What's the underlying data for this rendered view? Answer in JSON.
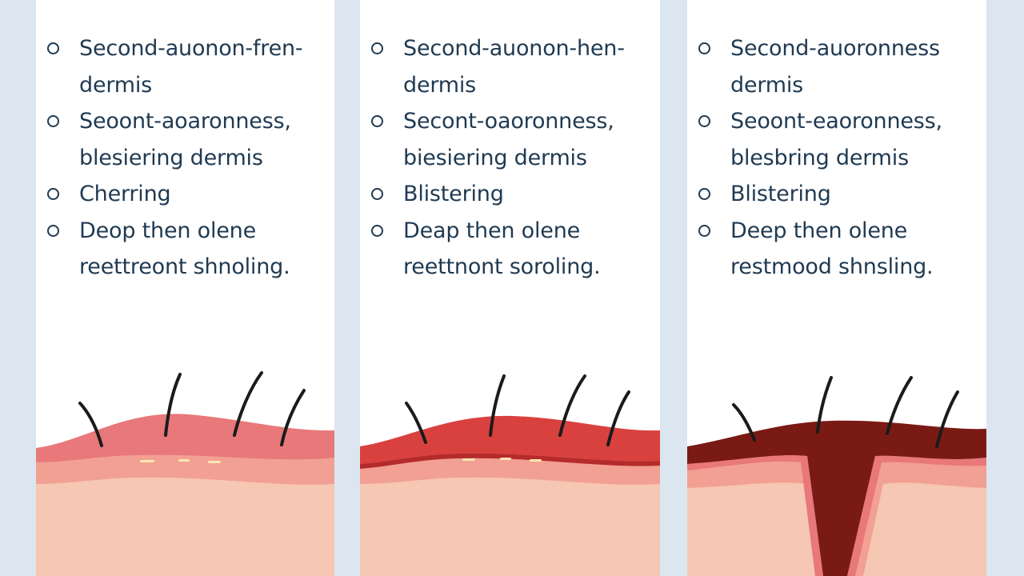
{
  "panels": [
    {
      "items": [
        {
          "lines": [
            "Second-auonon-fren-",
            "dermis"
          ]
        },
        {
          "lines": [
            "Seoont-aoaronness,",
            "blesiering dermis"
          ]
        },
        {
          "lines": [
            "Cherring"
          ]
        },
        {
          "lines": [
            "Deop then olene",
            "reettreont shnoling."
          ]
        }
      ]
    },
    {
      "items": [
        {
          "lines": [
            "Second-auonon-hen-",
            "dermis"
          ]
        },
        {
          "lines": [
            "Secont-oaoronness,",
            "biesiering dermis"
          ]
        },
        {
          "lines": [
            "Blistering"
          ]
        },
        {
          "lines": [
            "Deap then olene",
            "reettnont soroling."
          ]
        }
      ]
    },
    {
      "items": [
        {
          "lines": [
            "Second-auoronness",
            "dermis"
          ]
        },
        {
          "lines": [
            "Seoont-eaoronness,",
            "blesbring dermis"
          ]
        },
        {
          "lines": [
            "Blistering"
          ]
        },
        {
          "lines": [
            "Deep then olene",
            "restmood shnsling."
          ]
        }
      ]
    }
  ],
  "colors": {
    "background": "#dce6f1",
    "text": "#1f3a52",
    "skin_surface_1": "#e8787a",
    "skin_surface_2": "#d9413f",
    "skin_surface_3": "#7a1a14",
    "dermis": "#f2a093",
    "subcutis": "#f6c7b2",
    "hair": "#1b1b1b"
  }
}
